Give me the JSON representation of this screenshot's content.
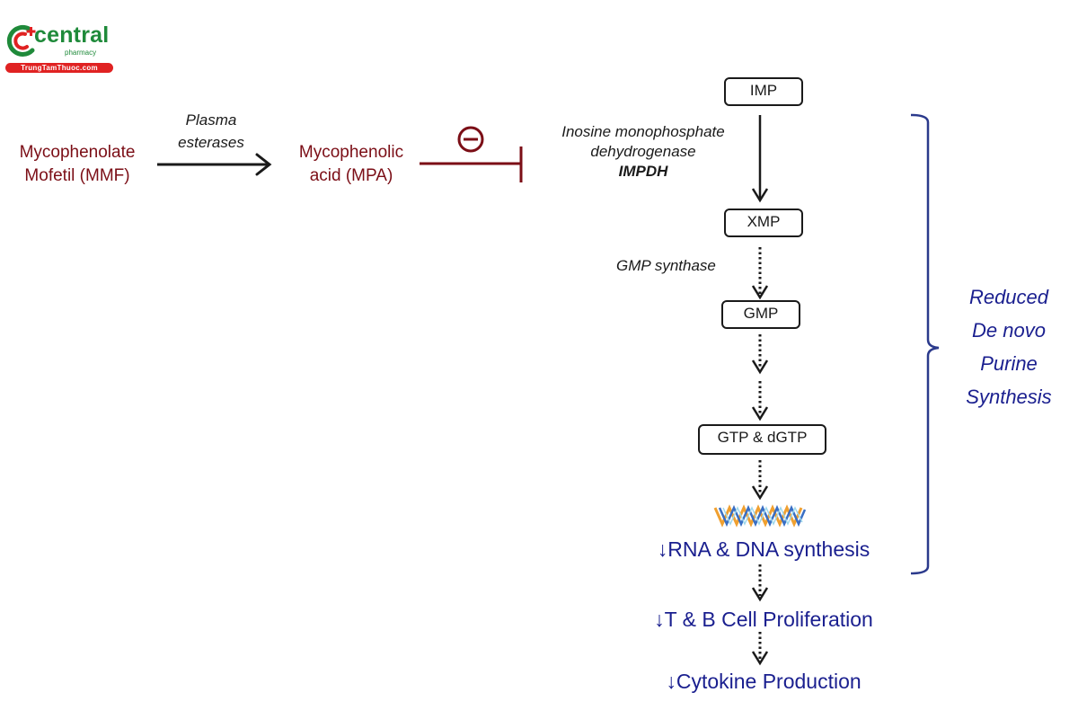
{
  "logo": {
    "brand": "central",
    "sub": "pharmacy",
    "site": "TrungTamThuoc.com",
    "colors": {
      "green": "#1f8a3a",
      "red": "#e02222"
    }
  },
  "prodrug": {
    "line1": "Mycophenolate",
    "line2": "Mofetil (MMF)"
  },
  "conversion_enzyme": {
    "line1": "Plasma",
    "line2": "esterases"
  },
  "active_drug": {
    "line1": "Mycophenolic",
    "line2": "acid (MPA)"
  },
  "inhibition_symbol": "⊖",
  "impdh_label": {
    "line1": "Inosine monophosphate",
    "line2": "dehydrogenase",
    "line3": "IMPDH"
  },
  "gmp_synthase_label": "GMP synthase",
  "nodes": {
    "imp": "IMP",
    "xmp": "XMP",
    "gmp": "GMP",
    "gtp": "GTP & dGTP"
  },
  "outcomes": {
    "rna_dna": "↓RNA & DNA synthesis",
    "proliferation": "↓T & B Cell Proliferation",
    "cytokine": "↓Cytokine Production"
  },
  "bracket_label": {
    "line1": "Reduced",
    "line2": "De novo",
    "line3": "Purine",
    "line4": "Synthesis"
  },
  "colors": {
    "drug_red": "#7b0e16",
    "outcome_blue": "#1a1f8f",
    "bracket_blue": "#2b3a8c",
    "ink": "#1a1a1a"
  }
}
